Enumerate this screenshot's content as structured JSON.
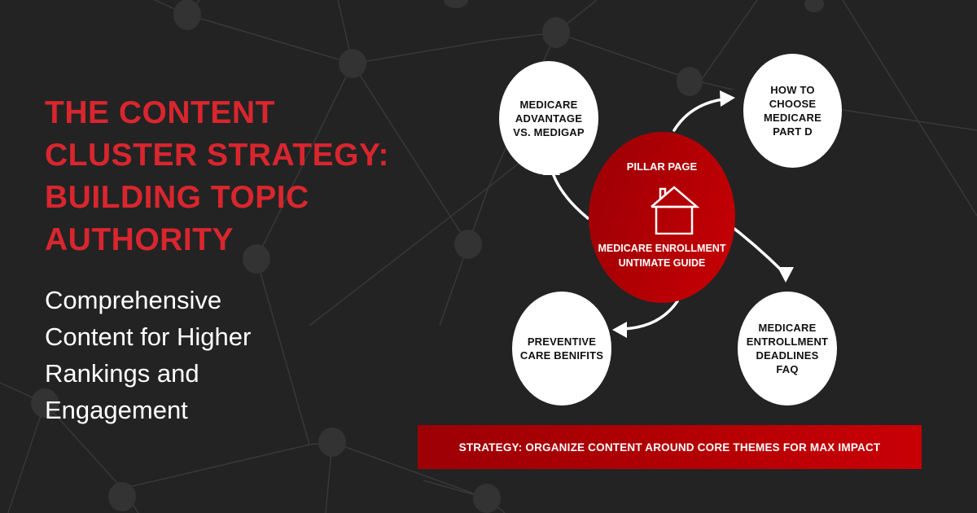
{
  "header": {
    "title_lines": [
      "THE CONTENT",
      "CLUSTER STRATEGY:",
      "BUILDING TOPIC",
      "AUTHORITY"
    ],
    "subtitle_lines": [
      "Comprehensive",
      "Content for Higher",
      "Rankings and",
      "Engagement"
    ]
  },
  "diagram": {
    "pillar": {
      "label": "PILLAR PAGE",
      "icon": "house-icon",
      "title_lines": [
        "MEDICARE ENROLLMENT",
        "UNTIMATE GUIDE"
      ]
    },
    "clusters": [
      {
        "id": "advantage",
        "lines": [
          "MEDICARE",
          "ADVANTAGE",
          "VS. MEDIGAP"
        ]
      },
      {
        "id": "part-d",
        "lines": [
          "HOW TO",
          "CHOOSE",
          "MEDICARE",
          "PART D"
        ]
      },
      {
        "id": "preventive",
        "lines": [
          "PREVENTIVE",
          "CARE BENIFITS"
        ]
      },
      {
        "id": "deadlines",
        "lines": [
          "MEDICARE",
          "ENTROLLMENT",
          "DEADLINES",
          "FAQ"
        ]
      }
    ]
  },
  "banner": {
    "text": "STRATEGY: ORGANIZE CONTENT AROUND CORE THEMES FOR MAX IMPACT"
  },
  "colors": {
    "background": "#232323",
    "title_red": "#d9262e",
    "pillar_gradient_start": "#9a0006",
    "pillar_gradient_end": "#c80005",
    "node": "#333333",
    "node_line": "#3a3a3a"
  }
}
